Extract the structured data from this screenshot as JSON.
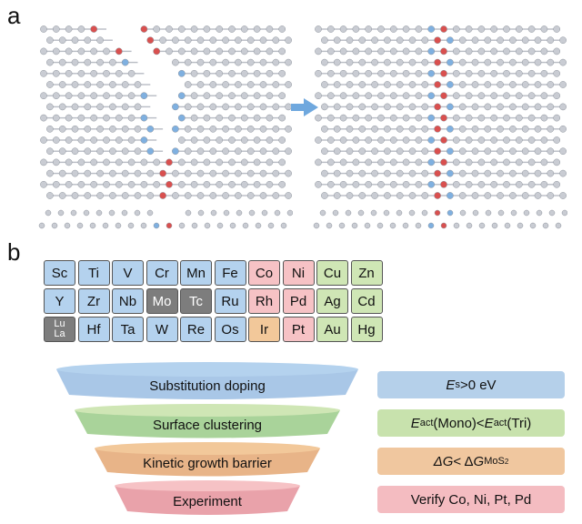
{
  "panel_labels": {
    "a": "a",
    "b": "b"
  },
  "periodic_table": {
    "rows": [
      [
        {
          "symbol": "Sc",
          "group": "blue"
        },
        {
          "symbol": "Ti",
          "group": "blue"
        },
        {
          "symbol": "V",
          "group": "blue"
        },
        {
          "symbol": "Cr",
          "group": "blue"
        },
        {
          "symbol": "Mn",
          "group": "blue"
        },
        {
          "symbol": "Fe",
          "group": "blue"
        },
        {
          "symbol": "Co",
          "group": "pink"
        },
        {
          "symbol": "Ni",
          "group": "pink"
        },
        {
          "symbol": "Cu",
          "group": "green"
        },
        {
          "symbol": "Zn",
          "group": "green"
        }
      ],
      [
        {
          "symbol": "Y",
          "group": "blue"
        },
        {
          "symbol": "Zr",
          "group": "blue"
        },
        {
          "symbol": "Nb",
          "group": "blue"
        },
        {
          "symbol": "Mo",
          "group": "gray"
        },
        {
          "symbol": "Tc",
          "group": "gray"
        },
        {
          "symbol": "Ru",
          "group": "blue"
        },
        {
          "symbol": "Rh",
          "group": "pink"
        },
        {
          "symbol": "Pd",
          "group": "pink"
        },
        {
          "symbol": "Ag",
          "group": "green"
        },
        {
          "symbol": "Cd",
          "group": "green"
        }
      ],
      [
        {
          "symbol": "Lu",
          "symbol2": "La",
          "group": "gray"
        },
        {
          "symbol": "Hf",
          "group": "blue"
        },
        {
          "symbol": "Ta",
          "group": "blue"
        },
        {
          "symbol": "W",
          "group": "blue"
        },
        {
          "symbol": "Re",
          "group": "blue"
        },
        {
          "symbol": "Os",
          "group": "blue"
        },
        {
          "symbol": "Ir",
          "group": "orange"
        },
        {
          "symbol": "Pt",
          "group": "pink"
        },
        {
          "symbol": "Au",
          "group": "green"
        },
        {
          "symbol": "Hg",
          "group": "green"
        }
      ]
    ]
  },
  "funnel": {
    "tiers": [
      {
        "label": "Substitution doping",
        "color": "blue"
      },
      {
        "label": "Surface clustering",
        "color": "green"
      },
      {
        "label": "Kinetic growth barrier",
        "color": "orange"
      },
      {
        "label": "Experiment",
        "color": "pink"
      }
    ]
  },
  "criteria": [
    {
      "color": "blue",
      "parts": [
        {
          "t": "E",
          "i": true
        },
        {
          "t": "s",
          "sub": true
        },
        {
          "t": ">0 eV"
        }
      ]
    },
    {
      "color": "green",
      "parts": [
        {
          "t": "E",
          "i": true
        },
        {
          "t": "act",
          "sub": true
        },
        {
          "t": "(Mono)<"
        },
        {
          "t": "E",
          "i": true
        },
        {
          "t": "act",
          "sub": true
        },
        {
          "t": "(Tri)"
        }
      ]
    },
    {
      "color": "orange",
      "parts": [
        {
          "t": "ΔG",
          "i": true
        },
        {
          "t": "< Δ"
        },
        {
          "t": "G",
          "i": true
        },
        {
          "t": "MoS",
          "sub": true
        },
        {
          "t": "2",
          "subsub": true
        }
      ]
    },
    {
      "color": "pink",
      "parts": [
        {
          "t": "Verify Co, Ni, Pt, Pd"
        }
      ]
    }
  ],
  "colors": {
    "blue": "#b4d2ee",
    "pink": "#f6c2c5",
    "green": "#cfe6b5",
    "orange": "#f2c89a",
    "gray": "#7d7d7d",
    "atom_gray": "#c9ccd3",
    "atom_blue": "#7fb0e0",
    "atom_red": "#d9504f",
    "arrow": "#6fa8de"
  }
}
